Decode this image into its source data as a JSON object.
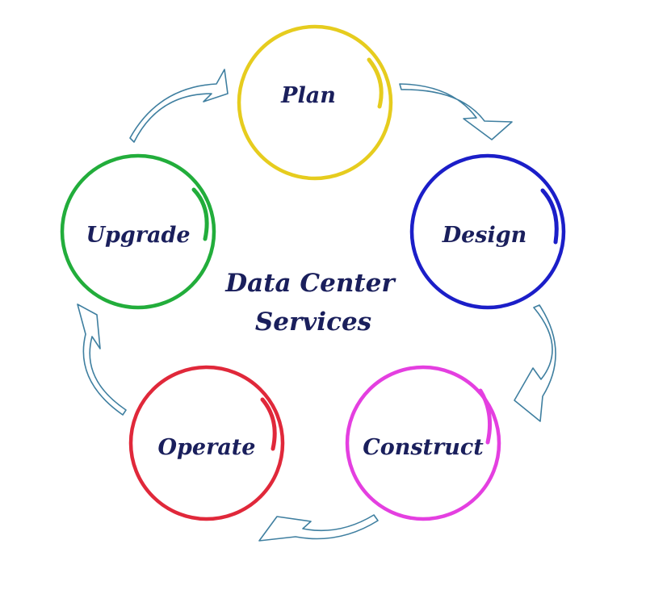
{
  "diagram": {
    "title_line1": "Data Center",
    "title_line2": "Services",
    "arrow_color": "#3f7fa0",
    "text_color": "#1a1f5c",
    "stages": [
      {
        "id": "plan",
        "label": "Plan",
        "color": "#e6cc1e"
      },
      {
        "id": "design",
        "label": "Design",
        "color": "#1b1ec8"
      },
      {
        "id": "construct",
        "label": "Construct",
        "color": "#e43fe0"
      },
      {
        "id": "operate",
        "label": "Operate",
        "color": "#e0283a"
      },
      {
        "id": "upgrade",
        "label": "Upgrade",
        "color": "#22ad3b"
      }
    ]
  }
}
